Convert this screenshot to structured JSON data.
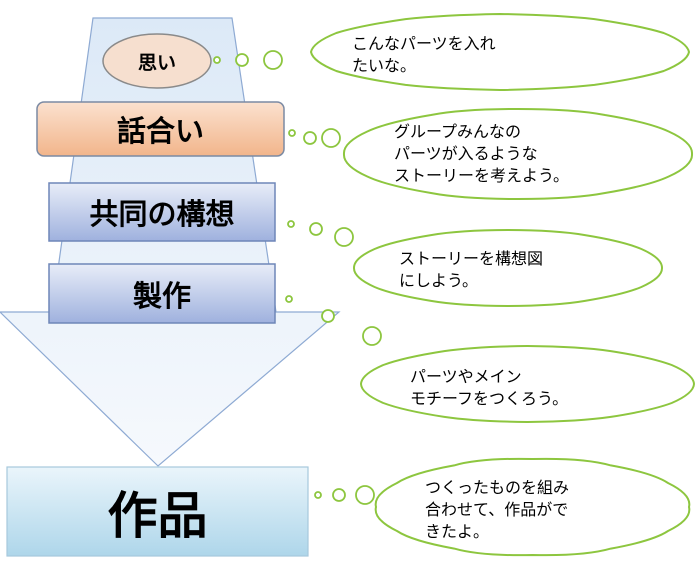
{
  "stages": {
    "omoi": "思い",
    "hanashiai": "話合い",
    "kyodo_koso": "共同の構想",
    "seisaku": "製作",
    "sakuhin": "作品"
  },
  "bubbles": [
    {
      "text": "こんなパーツを入れ\nたいな。"
    },
    {
      "text": "グループみんなの\nパーツが入るような\nストーリーを考えよう。"
    },
    {
      "text": "ストーリーを構想図\nにしよう。"
    },
    {
      "text": "パーツやメイン\nモチーフをつくろう。"
    },
    {
      "text": "つくったものを組み\n合わせて、作品がで\nきたよ。"
    }
  ],
  "colors": {
    "funnel_top": "#dce9f7",
    "funnel_bottom": "#f6f9fd",
    "funnel_stroke": "#8eaad3",
    "omoi_fill": "#f6dfcf",
    "omoi_stroke": "#8a8a8a",
    "hanashiai_fill_top": "#fbe1cf",
    "hanashiai_fill_bottom": "#f2b58b",
    "hanashiai_stroke": "#7b8aa3",
    "plan_fill_top": "#e8edf8",
    "plan_fill_bottom": "#9fb1de",
    "plan_stroke": "#6e86b8",
    "result_fill_top": "#eaf5fb",
    "result_fill_bottom": "#aed6ea",
    "result_stroke": "#a6c9dd",
    "cloud_stroke": "#8dc63f",
    "cloud_fill": "#ffffff"
  }
}
